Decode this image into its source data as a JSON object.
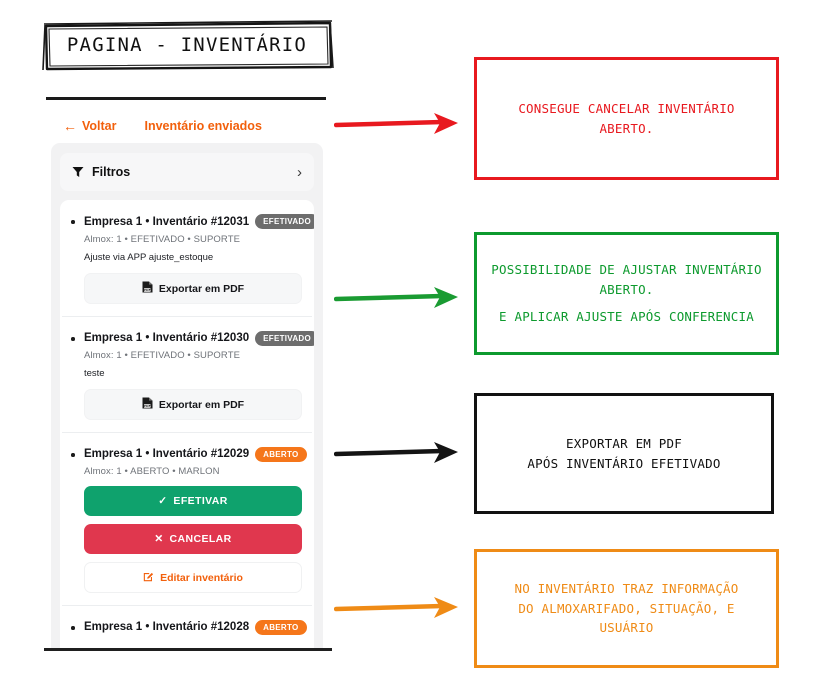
{
  "page": {
    "title": "PAGINA - INVENTÁRIO"
  },
  "nav": {
    "back_label": "Voltar",
    "back_icon": "arrow-left-icon",
    "screen_title": "Inventário enviados"
  },
  "filters": {
    "label": "Filtros",
    "icon": "funnel-icon",
    "chevron": "chevron-right-icon",
    "chevron_glyph": "›"
  },
  "inventories": [
    {
      "title": "Empresa 1 • Inventário #12031",
      "badge": "EFETIVADO",
      "badge_type": "efetivado",
      "has_toggle": true,
      "meta": "Almox: 1 • EFETIVADO • SUPORTE",
      "description": "Ajuste via APP ajuste_estoque",
      "actions": [
        {
          "label": "Exportar em PDF",
          "type": "pdf",
          "icon": "pdf-file-icon"
        }
      ]
    },
    {
      "title": "Empresa 1 • Inventário #12030",
      "badge": "EFETIVADO",
      "badge_type": "efetivado",
      "has_toggle": false,
      "meta": "Almox: 1 • EFETIVADO • SUPORTE",
      "description": "teste",
      "actions": [
        {
          "label": "Exportar em PDF",
          "type": "pdf",
          "icon": "pdf-file-icon"
        }
      ]
    },
    {
      "title": "Empresa 1 • Inventário #12029",
      "badge": "ABERTO",
      "badge_type": "aberto",
      "has_toggle": false,
      "meta": "Almox: 1 • ABERTO • MARLON",
      "description": "",
      "actions": [
        {
          "label": "EFETIVAR",
          "type": "efetivar",
          "icon": "check-icon",
          "glyph": "✓"
        },
        {
          "label": "CANCELAR",
          "type": "cancelar",
          "icon": "close-x-icon",
          "glyph": "✕"
        },
        {
          "label": "Editar inventário",
          "type": "editar",
          "icon": "edit-pencil-icon"
        }
      ]
    },
    {
      "title": "Empresa 1 • Inventário #12028",
      "badge": "ABERTO",
      "badge_type": "aberto",
      "has_toggle": false,
      "meta": "",
      "description": "",
      "actions": []
    }
  ],
  "annotations": [
    {
      "id": "red",
      "color": "#e8191f",
      "lines": [
        "CONSEGUE CANCELAR INVENTÁRIO",
        "ABERTO."
      ]
    },
    {
      "id": "green",
      "color": "#0d9a2e",
      "lines": [
        "POSSIBILIDADE DE AJUSTAR INVENTÁRIO",
        "ABERTO.",
        "",
        "E APLICAR AJUSTE APÓS CONFERENCIA"
      ]
    },
    {
      "id": "black",
      "color": "#111111",
      "lines": [
        "EXPORTAR EM PDF",
        "APÓS INVENTÁRIO EFETIVADO"
      ]
    },
    {
      "id": "orange",
      "color": "#ef8b16",
      "lines": [
        "NO INVENTÁRIO TRAZ INFORMAÇÃO",
        "DO ALMOXARIFADO, SITUAÇÃO, E",
        "USUÁRIO"
      ]
    }
  ],
  "arrows": [
    {
      "id": "arrow-red",
      "color": "#e8191f"
    },
    {
      "id": "arrow-green",
      "color": "#1a9b32"
    },
    {
      "id": "arrow-black",
      "color": "#141414"
    },
    {
      "id": "arrow-orange",
      "color": "#ef8b16"
    }
  ],
  "colors": {
    "brand_orange": "#f2600c",
    "badge_open": "#f5761a",
    "badge_done": "#6d6d6d",
    "confirm_green": "#0fa26d",
    "cancel_red": "#e0374e",
    "panel_bg": "#f2f2f3"
  }
}
